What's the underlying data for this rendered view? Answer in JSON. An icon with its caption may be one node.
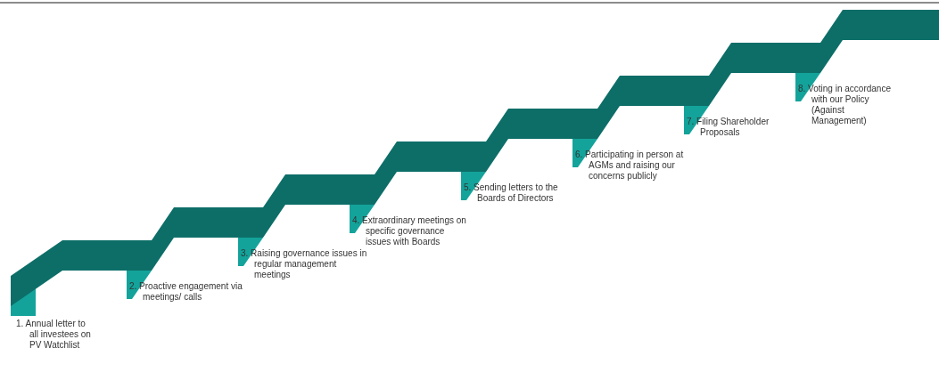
{
  "diagram": {
    "labels": [
      "1. Annual letter to all investees on PV Watchlist",
      "2. Proactive engagement via meetings/ calls",
      "3. Raising governance issues in regular management meetings",
      "4. Extraordinary meetings on specific governance issues with Boards",
      "5. Sending letters to the Boards of Directors",
      "6. Participating in person at AGMs and raising our concerns publicly",
      "7. Filing Shareholder Proposals",
      "8. Voting in accordance with our Policy (Against Management)"
    ]
  }
}
